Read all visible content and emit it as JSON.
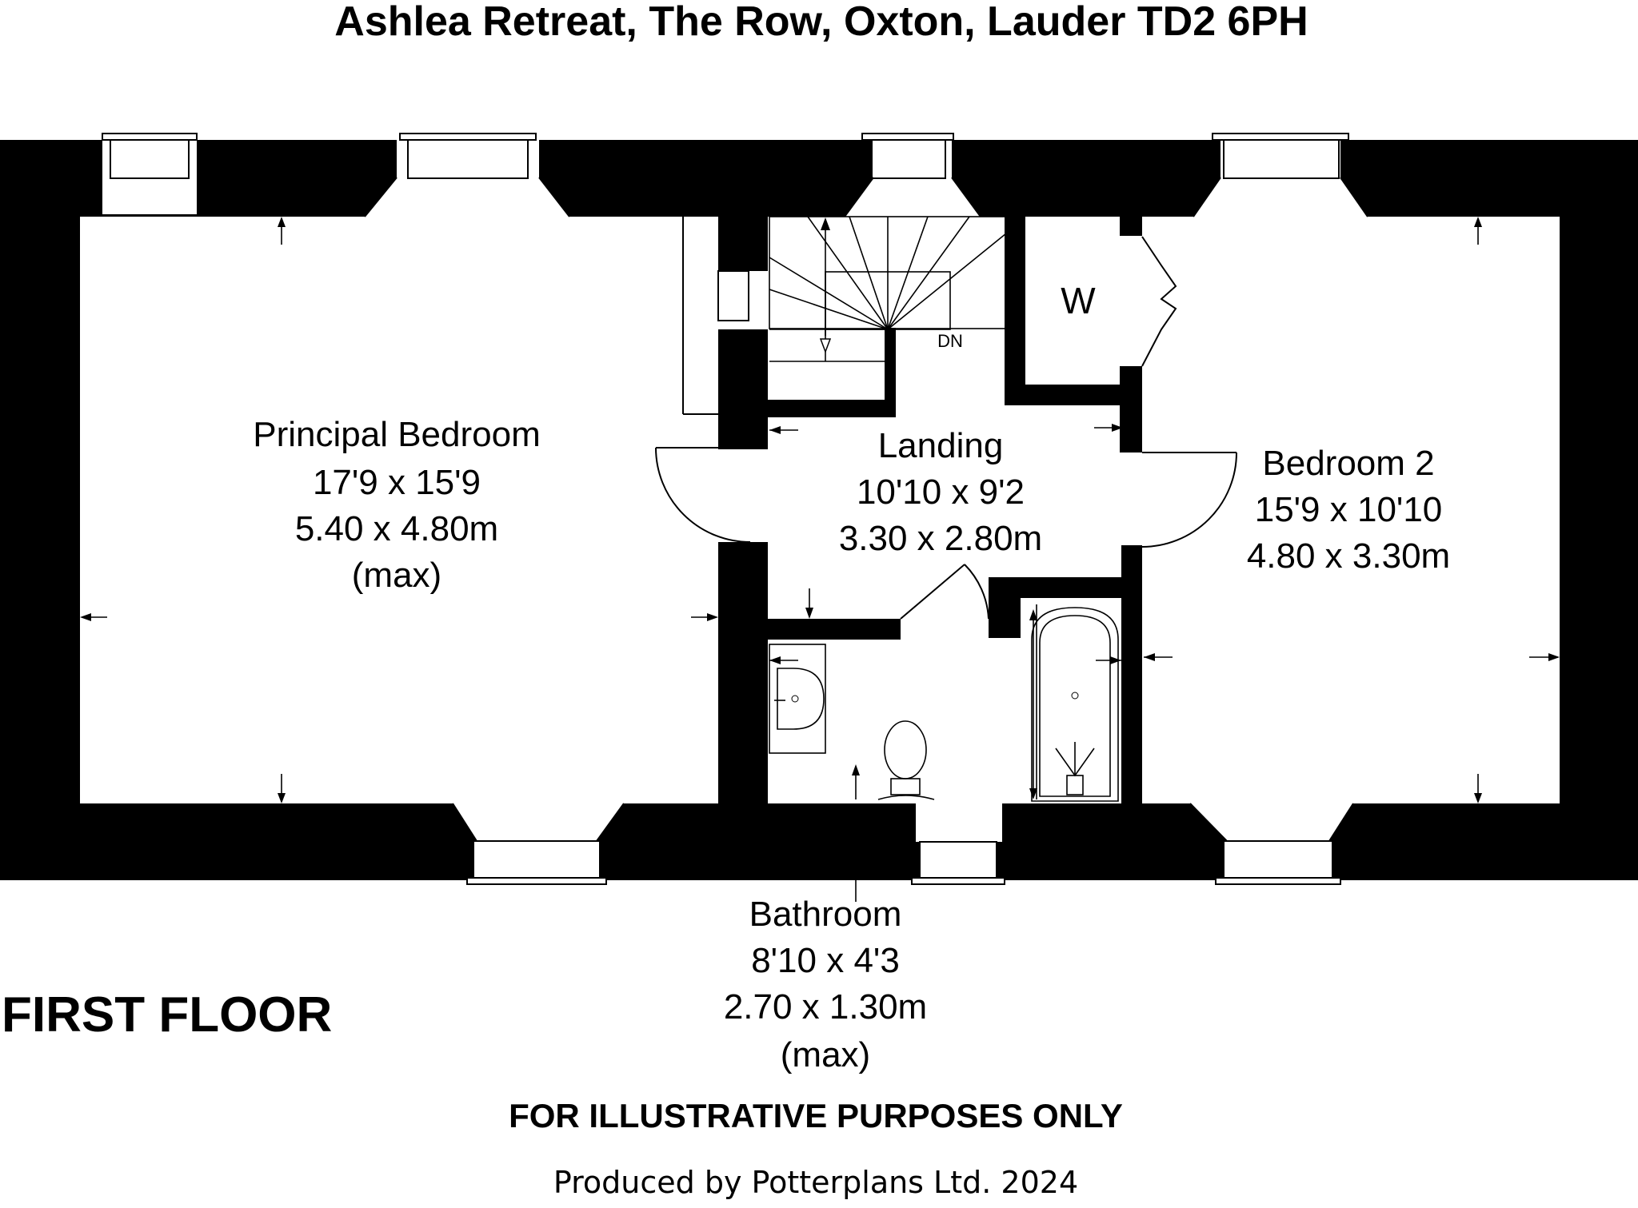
{
  "header": {
    "title": "Ashlea Retreat, The Row, Oxton, Lauder TD2 6PH"
  },
  "floor_label": "FIRST FLOOR",
  "rooms": {
    "principal_bedroom": {
      "name": "Principal Bedroom",
      "dims_imperial": "17'9 x 15'9",
      "dims_metric": "5.40 x 4.80m",
      "note": "(max)"
    },
    "landing": {
      "name": "Landing",
      "dims_imperial": "10'10 x 9'2",
      "dims_metric": "3.30 x 2.80m"
    },
    "bedroom_2": {
      "name": "Bedroom 2",
      "dims_imperial": "15'9 x 10'10",
      "dims_metric": "4.80 x 3.30m"
    },
    "bathroom": {
      "name": "Bathroom",
      "dims_imperial": "8'10 x 4'3",
      "dims_metric": "2.70 x 1.30m",
      "note": "(max)"
    },
    "wardrobe": {
      "label": "W"
    }
  },
  "stairs": {
    "label": "DN"
  },
  "disclaimer": "FOR ILLUSTRATIVE PURPOSES ONLY",
  "credit": "Produced by Potterplans Ltd. 2024",
  "colors": {
    "wall": "#000000",
    "background": "#ffffff"
  }
}
